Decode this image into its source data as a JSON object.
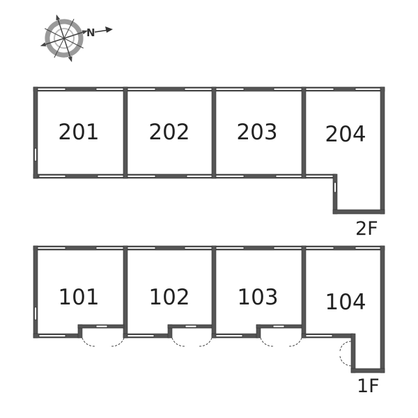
{
  "compass": {
    "label": "N",
    "icon": "compass-rose-icon"
  },
  "floors": [
    {
      "id": "2F",
      "label": "2F",
      "rooms": [
        {
          "id": "201",
          "label": "201"
        },
        {
          "id": "202",
          "label": "202"
        },
        {
          "id": "203",
          "label": "203"
        },
        {
          "id": "204",
          "label": "204"
        }
      ]
    },
    {
      "id": "1F",
      "label": "1F",
      "rooms": [
        {
          "id": "101",
          "label": "101"
        },
        {
          "id": "102",
          "label": "102"
        },
        {
          "id": "103",
          "label": "103"
        },
        {
          "id": "104",
          "label": "104"
        }
      ]
    }
  ],
  "colors": {
    "wall": "#555555",
    "wall_outline": "#333333",
    "window": "#ffffff",
    "text": "#222222"
  }
}
